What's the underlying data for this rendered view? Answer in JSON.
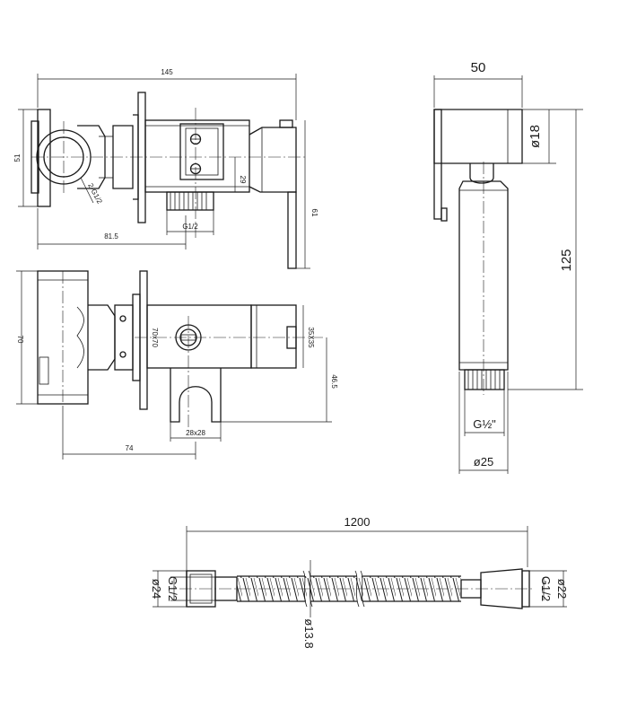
{
  "front_view": {
    "dim_width": "145",
    "dim_height": "51",
    "dim_depth": "61",
    "dim_offset": "81.5",
    "dim_outlet_height": "29",
    "dim_thread": "G1/2",
    "dim_inlet_thread": "2-G1/2"
  },
  "side_view": {
    "dim_height": "70",
    "dim_plate": "70x70",
    "dim_handle": "35X35",
    "dim_holder_offset": "46.5",
    "dim_holder": "28x28",
    "dim_length": "74"
  },
  "sprayer": {
    "dim_width": "50",
    "dim_head_diameter": "ø18",
    "dim_length": "125",
    "dim_thread": "G½\"",
    "dim_body_diameter": "ø25"
  },
  "hose": {
    "dim_length": "1200",
    "dim_left_nut_diameter": "ø24",
    "dim_left_thread": "G1/2",
    "dim_hose_diameter": "ø13.8",
    "dim_right_thread": "G1/2",
    "dim_right_diameter": "ø22"
  }
}
